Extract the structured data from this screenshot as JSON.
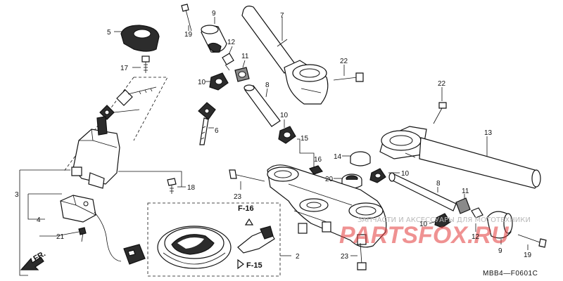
{
  "callouts": [
    {
      "id": "c1",
      "text": "19"
    },
    {
      "id": "c2",
      "text": "9"
    },
    {
      "id": "c3",
      "text": "7"
    },
    {
      "id": "c4",
      "text": "5"
    },
    {
      "id": "c5",
      "text": "12"
    },
    {
      "id": "c6",
      "text": "17"
    },
    {
      "id": "c7",
      "text": "11"
    },
    {
      "id": "c8",
      "text": "22"
    },
    {
      "id": "c9",
      "text": "10"
    },
    {
      "id": "c10",
      "text": "8"
    },
    {
      "id": "c11",
      "text": "22"
    },
    {
      "id": "c12",
      "text": "10"
    },
    {
      "id": "c13",
      "text": "6"
    },
    {
      "id": "c14",
      "text": "15"
    },
    {
      "id": "c15",
      "text": "13"
    },
    {
      "id": "c16",
      "text": "14"
    },
    {
      "id": "c17",
      "text": "16"
    },
    {
      "id": "c18",
      "text": "10"
    },
    {
      "id": "c19",
      "text": "20"
    },
    {
      "id": "c20",
      "text": "8"
    },
    {
      "id": "c21",
      "text": "3"
    },
    {
      "id": "c22",
      "text": "18"
    },
    {
      "id": "c23",
      "text": "11"
    },
    {
      "id": "c24",
      "text": "23"
    },
    {
      "id": "c25",
      "text": "4"
    },
    {
      "id": "c26",
      "text": "10"
    },
    {
      "id": "c27",
      "text": "12"
    },
    {
      "id": "c28",
      "text": "21"
    },
    {
      "id": "c29",
      "text": "2"
    },
    {
      "id": "c30",
      "text": "23"
    },
    {
      "id": "c31",
      "text": "9"
    },
    {
      "id": "c32",
      "text": "19"
    }
  ],
  "refs": {
    "top": "F-16",
    "bottom": "F-15"
  },
  "front_label": "FR.",
  "diagram_code": "MBB4—F0601C",
  "watermark": {
    "text": "ЗАПЧАСТИ И АКСЕССУАРЫ ДЛЯ МОТОТЕХНИКИ",
    "logo": "PARTSFOX.RU"
  }
}
